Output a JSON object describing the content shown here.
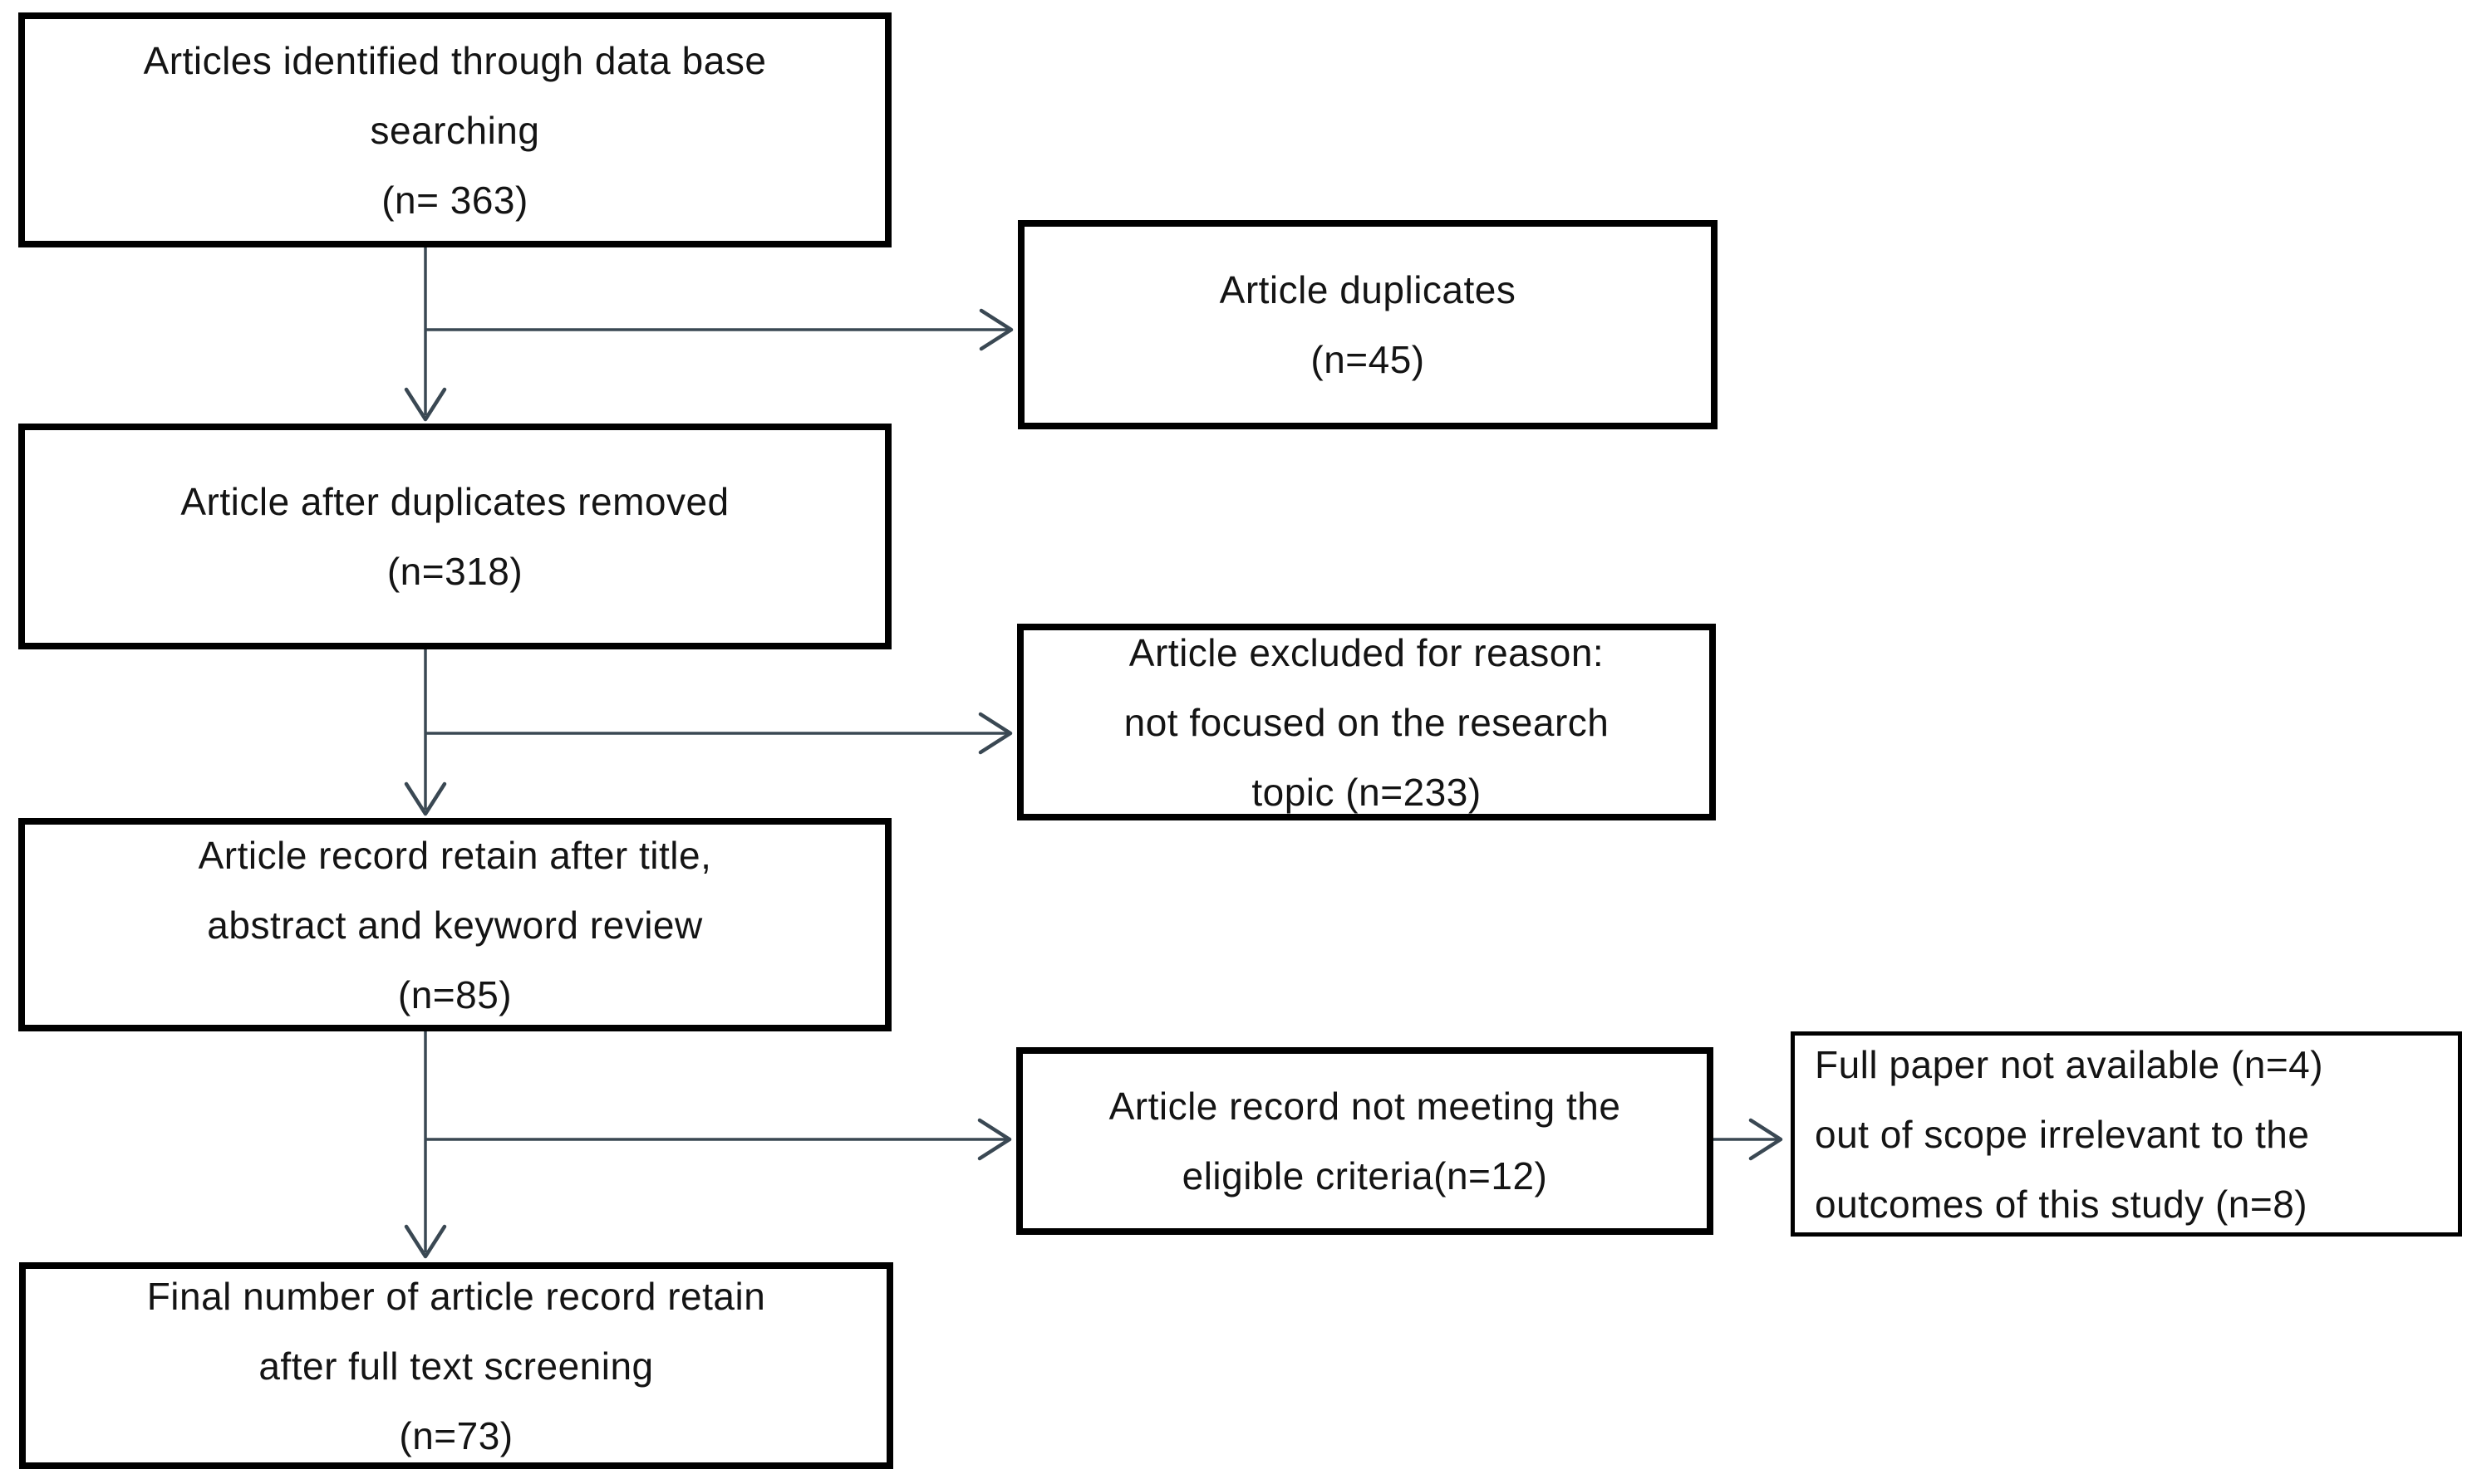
{
  "colors": {
    "arrow": "#3a4853",
    "border": "#000000",
    "text": "#141414",
    "background": "#ffffff"
  },
  "nodes": [
    {
      "id": "articles-identified",
      "n": 363,
      "lines": [
        "Articles identified through data base",
        "searching",
        "(n= 363)"
      ]
    },
    {
      "id": "article-duplicates",
      "n": 45,
      "lines": [
        "Article duplicates",
        "(n=45)"
      ]
    },
    {
      "id": "after-duplicates-removed",
      "n": 318,
      "lines": [
        "Article after duplicates removed",
        "(n=318)"
      ]
    },
    {
      "id": "excluded-not-focused",
      "n": 233,
      "lines": [
        "Article excluded for reason:",
        "not focused on the research",
        "topic (n=233)"
      ]
    },
    {
      "id": "retained-after-title-abstract-keyword-review",
      "n": 85,
      "lines": [
        "Article record retain after title,",
        "abstract and keyword review",
        "(n=85)"
      ]
    },
    {
      "id": "not-meeting-eligible-criteria",
      "n": 12,
      "lines": [
        "Article record not meeting the",
        "eligible criteria(n=12)"
      ]
    },
    {
      "id": "full-paper-not-available-out-of-scope",
      "n_values": [
        4,
        8
      ],
      "lines": [
        "Full paper not available (n=4)",
        "out of scope irrelevant to the",
        "outcomes of this study (n=8)"
      ]
    },
    {
      "id": "final-retained-after-full-text-screening",
      "n": 73,
      "lines": [
        "Final number of article record retain",
        "after full text screening",
        "(n=73)"
      ]
    }
  ],
  "edges": [
    {
      "from": "articles-identified",
      "to": "after-duplicates-removed",
      "direction": "down"
    },
    {
      "from": "articles-identified",
      "to": "article-duplicates",
      "direction": "right"
    },
    {
      "from": "after-duplicates-removed",
      "to": "retained-after-title-abstract-keyword-review",
      "direction": "down"
    },
    {
      "from": "after-duplicates-removed",
      "to": "excluded-not-focused",
      "direction": "right"
    },
    {
      "from": "retained-after-title-abstract-keyword-review",
      "to": "final-retained-after-full-text-screening",
      "direction": "down"
    },
    {
      "from": "retained-after-title-abstract-keyword-review",
      "to": "not-meeting-eligible-criteria",
      "direction": "right"
    },
    {
      "from": "not-meeting-eligible-criteria",
      "to": "full-paper-not-available-out-of-scope",
      "direction": "right"
    }
  ]
}
